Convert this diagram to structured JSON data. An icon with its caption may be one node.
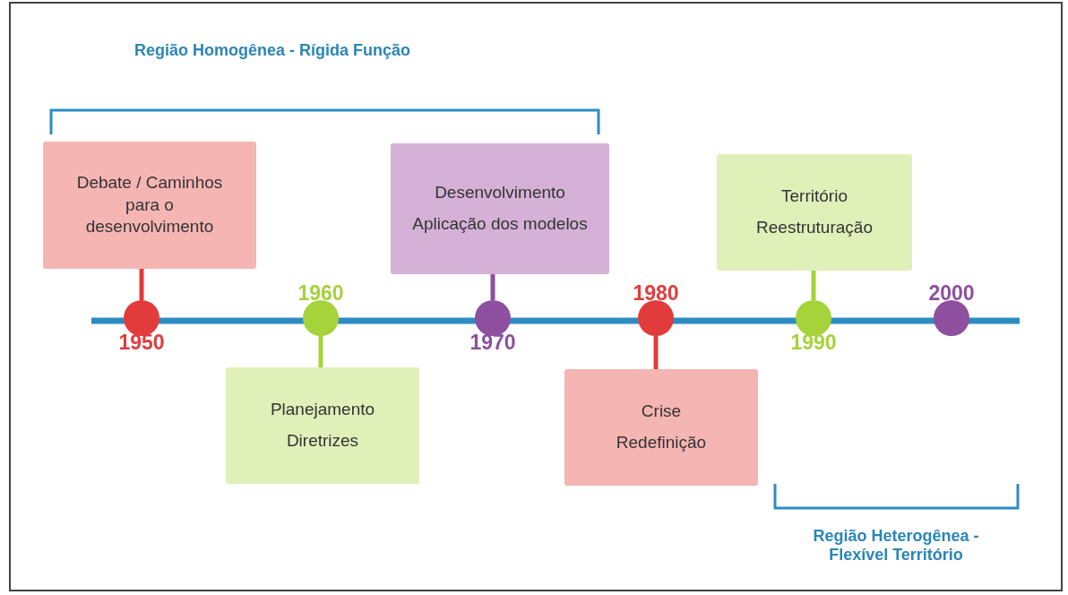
{
  "diagram": {
    "nodes": [
      {
        "text": [
          "Debate / Caminhos para o desenvolvimento"
        ]
      },
      {
        "text": [
          "Desenvolvimento",
          "Aplicação dos modelos"
        ]
      },
      {
        "text": [
          "Território",
          "Reestruturação"
        ]
      },
      {
        "text": [],
        "shape": "circle",
        "beside": [
          "1950"
        ]
      },
      {
        "text": [],
        "shape": "circle",
        "beside": [
          "1960"
        ]
      },
      {
        "text": [],
        "shape": "circle",
        "beside": [
          "1970"
        ]
      },
      {
        "text": [],
        "shape": "circle",
        "beside": [
          "1980"
        ]
      },
      {
        "text": [],
        "shape": "circle",
        "beside": [
          "1990"
        ]
      },
      {
        "text": [],
        "shape": "circle",
        "beside": [
          "2000"
        ]
      },
      {
        "text": [
          "Planejamento",
          "Diretrizes"
        ]
      },
      {
        "text": [
          "Crise",
          "Redefinição"
        ]
      }
    ],
    "edges": [
      {
        "from": 0,
        "to": 3,
        "arrow": "none",
        "color": "#e23b3b"
      },
      {
        "from": 9,
        "to": 4,
        "arrow": "none",
        "color": "#a6d23a"
      },
      {
        "from": 1,
        "to": 5,
        "arrow": "none",
        "color": "#8d4f9e"
      },
      {
        "from": 10,
        "to": 6,
        "arrow": "none",
        "color": "#e23b3b"
      },
      {
        "from": 2,
        "to": 7,
        "arrow": "none",
        "color": "#a6d23a"
      }
    ],
    "labels": [
      "Região Homogênea - Rígida Função",
      "Região Heterogênea - Flexível Território"
    ]
  }
}
